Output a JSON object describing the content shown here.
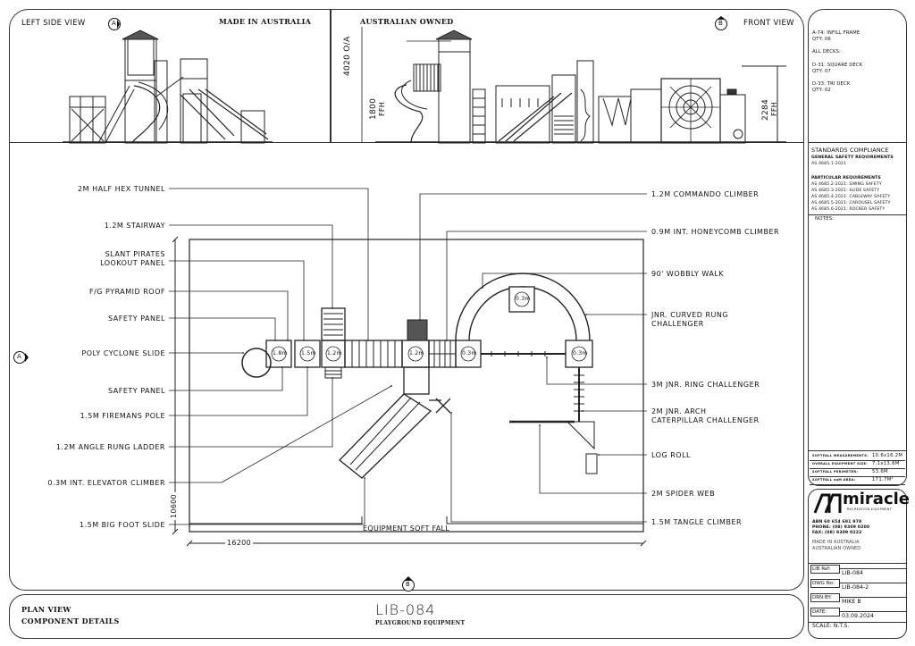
{
  "views": {
    "left_side": {
      "title": "LEFT SIDE VIEW",
      "marker": "A",
      "note": "MADE IN AUSTRALIA"
    },
    "front": {
      "title": "FRONT VIEW",
      "marker": "B",
      "note": "AUSTRALIAN OWNED",
      "dims": {
        "overall": "4020 O/A",
        "left_ffh": "1800",
        "right_ffh": "2284",
        "ffh": "FFH"
      }
    }
  },
  "plan": {
    "marker_left": "A",
    "marker_bottom": "B",
    "soft_fall_label": "EQUIPMENT SOFT FALL",
    "dim_width": "16200",
    "dim_height": "10600",
    "deck_labels": [
      "1.8m",
      "1.5m",
      "1.2m",
      "1.2m",
      "0.3m",
      "0.3m",
      "0.3m"
    ],
    "left_callouts": [
      "2M HALF HEX TUNNEL",
      "1.2M STAIRWAY",
      "SLANT PIRATES\nLOOKOUT PANEL",
      "F/G PYRAMID ROOF",
      "SAFETY PANEL",
      "POLY CYCLONE SLIDE",
      "SAFETY PANEL",
      "1.5M FIREMANS POLE",
      "1.2M ANGLE RUNG LADDER",
      "0.3M INT. ELEVATOR CLIMBER",
      "1.5M BIG FOOT SLIDE"
    ],
    "right_callouts": [
      "1.2M COMMANDO CLIMBER",
      "0.9M INT. HONEYCOMB CLIMBER",
      "90' WOBBLY WALK",
      "JNR. CURVED RUNG\nCHALLENGER",
      "3M JNR. RING CHALLENGER",
      "2M JNR. ARCH\nCATERPILLAR CHALLENGER",
      "LOG ROLL",
      "2M SPIDER WEB",
      "1.5M TANGLE CLIMBER"
    ]
  },
  "title_block": {
    "left_line1": "PLAN VIEW",
    "left_line2": "COMPONENT DETAILS",
    "code": "LIB-084",
    "subtitle": "PLAYGROUND EQUIPMENT"
  },
  "sidebar": {
    "parts": [
      {
        "name": "A-74: INFILL FRAME",
        "qty": "QTY: 06"
      },
      {
        "name": "ALL DECKS:",
        "qty": ""
      },
      {
        "name": "D-31: SQUARE DECK",
        "qty": "QTY: 07"
      },
      {
        "name": "D-33: TRI DECK",
        "qty": "QTY: 02"
      }
    ],
    "standards": {
      "title": "STANDARDS COMPLIANCE",
      "general_title": "GENERAL SAFETY REQUIREMENTS",
      "general": "AS 4685.1-2021",
      "particular_title": "PARTICULAR REQUIREMENTS",
      "particular": [
        "AS 4685.2-2021: SWING SAFETY",
        "AS 4685.3-2021: SLIDE SAFETY",
        "AS 4685.4-2021: CABLEWAY SAFETY",
        "AS 4685.5-2021: CAROUSEL SAFETY",
        "AS 4685.6-2021: ROCKER SAFETY"
      ],
      "notes": "NOTES:"
    },
    "softfall": [
      {
        "label": "SOFTFALL MEASUREMENTS:",
        "value": "10.6x16.2M"
      },
      {
        "label": "OVERALL EQUIPMENT SIZE:",
        "value": "7.1x13.6M"
      },
      {
        "label": "SOFTFALL PERIMETER:",
        "value": "53.6M"
      },
      {
        "label": "SOFTFALL sqM AREA:",
        "value": "171.7M²"
      }
    ],
    "company": {
      "logo": "miracle",
      "tagline": "RECREATION EQUIPMENT",
      "abn": "ABN  60 654 691 978",
      "phone": "PHONE:  (08) 9309 0200",
      "fax": "FAX:      (08) 9309 0222",
      "made": "MADE IN AUSTRALIA",
      "owned": "AUSTRALIAN OWNED"
    },
    "refs": [
      {
        "label": "LIB Ref:",
        "value": "LIB-084"
      },
      {
        "label": "DWG No:",
        "value": "LIB-084-2"
      },
      {
        "label": "DRN BY:",
        "value": "MIKE B"
      },
      {
        "label": "DATE:",
        "value": "03.09.2024"
      }
    ],
    "scale": "SCALE: N.T.S."
  }
}
